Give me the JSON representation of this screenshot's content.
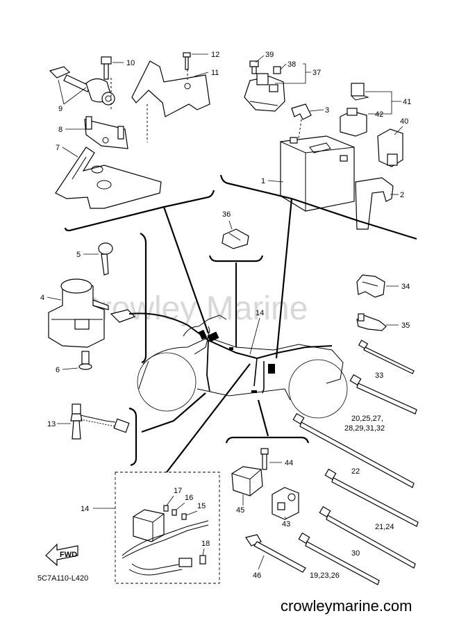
{
  "diagram": {
    "watermark": "Crowley Marine",
    "site": "crowleymarine.com",
    "drawing_code": "5C7A110-L420",
    "fwd_label": "FWD",
    "callouts": {
      "c1": "1",
      "c2": "2",
      "c3": "3",
      "c4": "4",
      "c5": "5",
      "c6": "6",
      "c7": "7",
      "c8": "8",
      "c9": "9",
      "c10": "10",
      "c11": "11",
      "c12": "12",
      "c13": "13",
      "c14a": "14",
      "c14b": "14",
      "c15": "15",
      "c16": "16",
      "c17": "17",
      "c18": "18",
      "c20a": "20,25,27,",
      "c20b": "28,29,31,32",
      "c21": "21,24",
      "c22": "22",
      "c30": "30",
      "c19": "19,23,26",
      "c33": "33",
      "c34": "34",
      "c35": "35",
      "c36": "36",
      "c37": "37",
      "c38": "38",
      "c39": "39",
      "c40": "40",
      "c41": "41",
      "c42": "42",
      "c43": "43",
      "c44": "44",
      "c45": "45",
      "c46": "46"
    }
  }
}
